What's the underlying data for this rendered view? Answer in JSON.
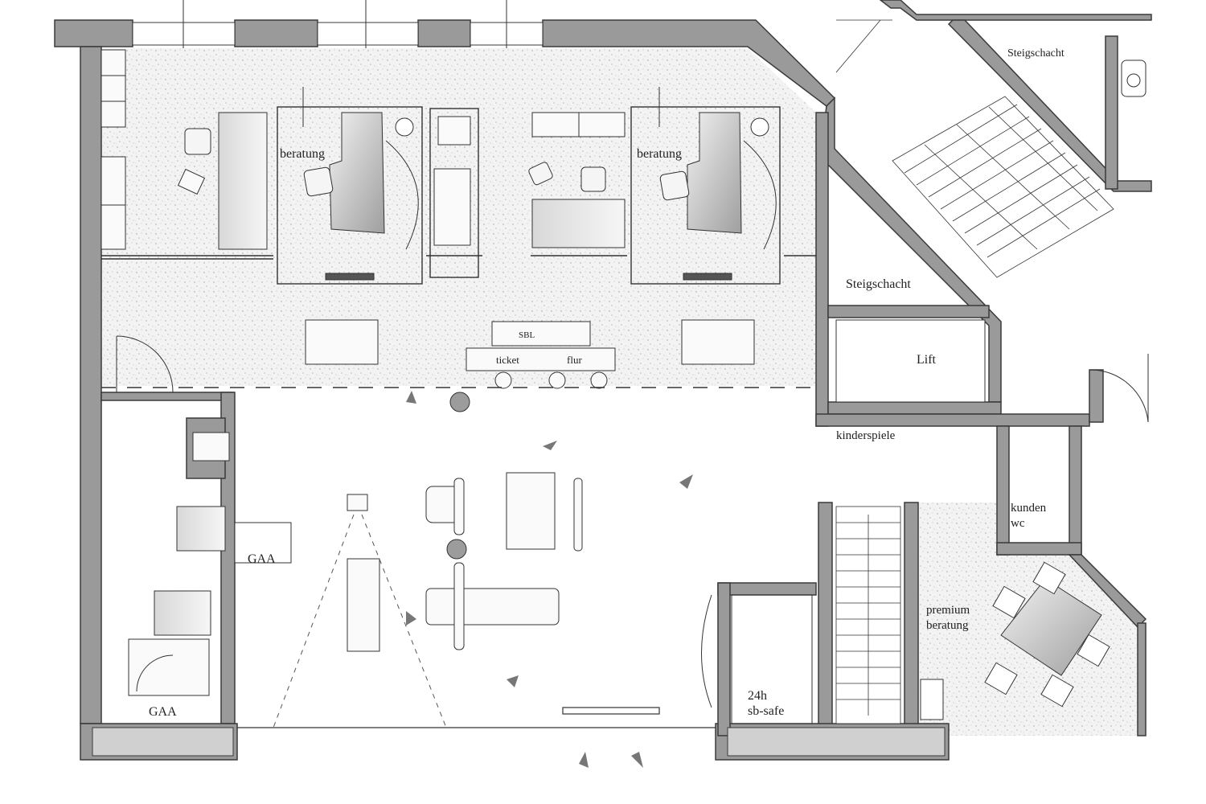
{
  "plan": {
    "rooms": {
      "beratung_1": "beratung",
      "beratung_2": "beratung",
      "steigschacht_top": "Steigschacht",
      "steigschacht_mid": "Steigschacht",
      "lift": "Lift",
      "kinderspiele": "kinderspiele",
      "kunden_wc_line1": "kunden",
      "kunden_wc_line2": "wc",
      "premium_line1": "premium",
      "premium_line2": "beratung",
      "safe_line1": "24h",
      "safe_line2": "sb-safe",
      "gaa_1": "GAA",
      "gaa_2": "GAA",
      "counter_left": "ticket",
      "counter_right": "flur",
      "counter_top": "SBL"
    }
  },
  "colors": {
    "wall": "#9a9a9a",
    "wall_stroke": "#3a3a3a",
    "carpet": "#efefef",
    "line": "#333333",
    "arrow": "#777777"
  }
}
